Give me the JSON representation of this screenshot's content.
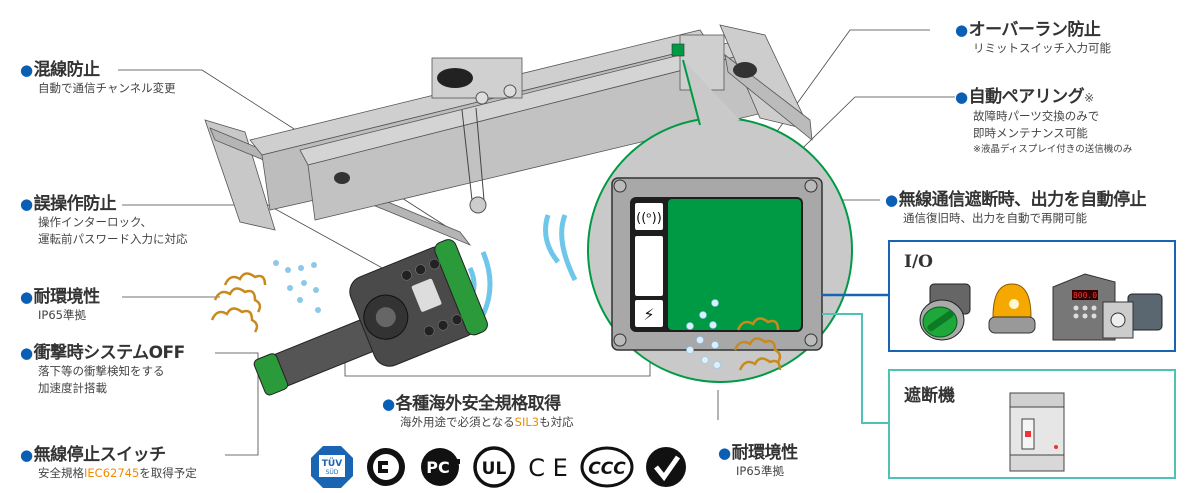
{
  "features": [
    {
      "id": "crosstalk",
      "title": "混線防止",
      "lines": [
        "自動で通信チャンネル変更"
      ]
    },
    {
      "id": "misoperation",
      "title": "誤操作防止",
      "lines": [
        "操作インターロック、",
        "運転前パスワード入力に対応"
      ]
    },
    {
      "id": "env-left",
      "title": "耐環境性",
      "lines": [
        "IP65準拠"
      ]
    },
    {
      "id": "shock",
      "title": "衝撃時システムOFF",
      "lines": [
        "落下等の衝撃検知をする",
        "加速度計搭載"
      ]
    },
    {
      "id": "stop-switch",
      "title": "無線停止スイッチ",
      "line_prefix": "安全規格",
      "line_highlight": "IEC62745",
      "line_suffix": "を取得予定"
    },
    {
      "id": "standards",
      "title": "各種海外安全規格取得",
      "line_prefix": "海外用途で必須となる",
      "line_highlight": "SIL3",
      "line_suffix": "も対応"
    },
    {
      "id": "env-right",
      "title": "耐環境性",
      "lines": [
        "IP65準拠"
      ]
    },
    {
      "id": "overrun",
      "title": "オーバーラン防止",
      "lines": [
        "リミットスイッチ入力可能"
      ]
    },
    {
      "id": "pairing",
      "title": "自動ペアリング",
      "mark": "※",
      "lines": [
        "故障時パーツ交換のみで",
        "即時メンテナンス可能"
      ],
      "note": "※液晶ディスプレイ付きの送信機のみ"
    },
    {
      "id": "auto-stop",
      "title": "無線通信遮断時、出力を自動停止",
      "lines": [
        "通信復旧時、出力を自動で再開可能"
      ]
    }
  ],
  "boxes": {
    "io": {
      "label": "I/O",
      "border_color": "#1a64b4"
    },
    "breaker": {
      "label": "遮断機",
      "border_color": "#4fc2b4"
    }
  },
  "display": {
    "segment_readout": "800.0"
  },
  "logos": [
    "TÜV SÜD",
    "CSA",
    "PCT",
    "UL",
    "CE",
    "CCC",
    "C-Tick"
  ],
  "logo_text": {
    "tuv": "TÜV",
    "tuv_sub": "SÜD",
    "ul": "UL",
    "ce": "C E",
    "ccc": "CCC",
    "pct": "PC"
  },
  "colors": {
    "accent": "#0a5fb4",
    "highlight": "#f08c00",
    "green": "#009a44",
    "cloud": "#c88a1e",
    "wave": "#6ec6ea"
  }
}
